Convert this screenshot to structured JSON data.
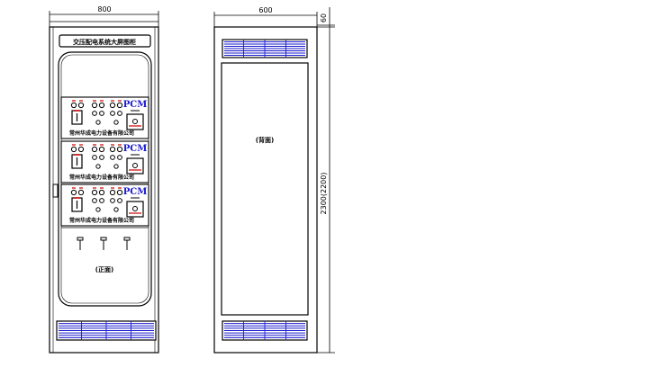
{
  "dimensions": {
    "front_width": "800",
    "rear_width": "600",
    "top_offset": "60",
    "height": "2300(2200)"
  },
  "front_view": {
    "title_plate": "交压配电系统大屏图柜",
    "panels": [
      {
        "brand": "PCM",
        "company": "常州华成电力设备有限公司"
      },
      {
        "brand": "PCM",
        "company": "常州华成电力设备有限公司"
      },
      {
        "brand": "PCM",
        "company": "常州华成电力设备有限公司"
      }
    ],
    "view_label": "(正面)"
  },
  "rear_view": {
    "view_label": "(背面)"
  },
  "colors": {
    "line": "#000000",
    "vent": "#1a1acc",
    "accent_red": "#cc0000"
  }
}
